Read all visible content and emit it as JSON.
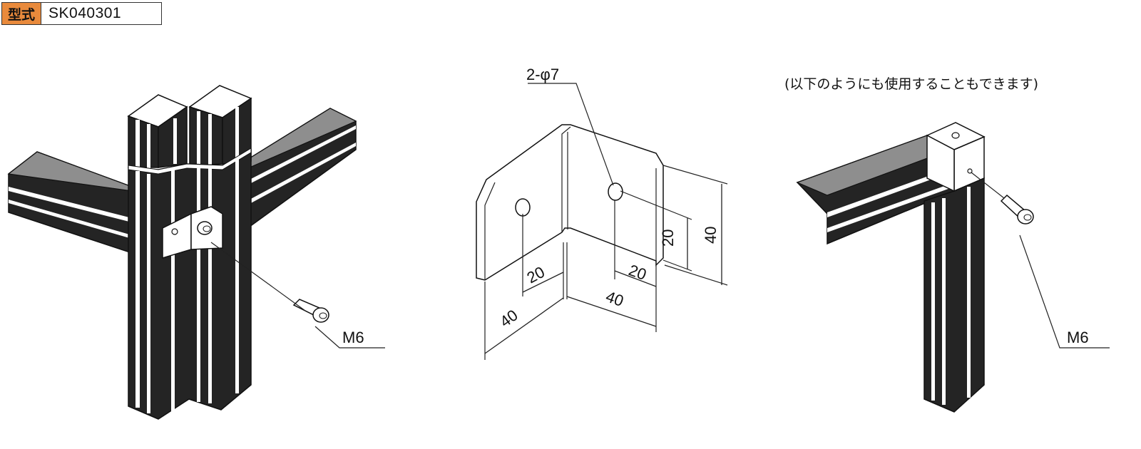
{
  "model": {
    "label": "型式",
    "value": "SK040301"
  },
  "note": "(以下のようにも使用することもできます)",
  "left_figure": {
    "screw_label": "M6"
  },
  "center_figure": {
    "hole_label": "2-φ7",
    "dim_20_bottom_left": "20",
    "dim_40_bottom_left": "40",
    "dim_20_bottom_right": "20",
    "dim_40_bottom_right": "40",
    "dim_20_side": "20",
    "dim_40_side": "40"
  },
  "right_figure": {
    "screw_label": "M6"
  }
}
